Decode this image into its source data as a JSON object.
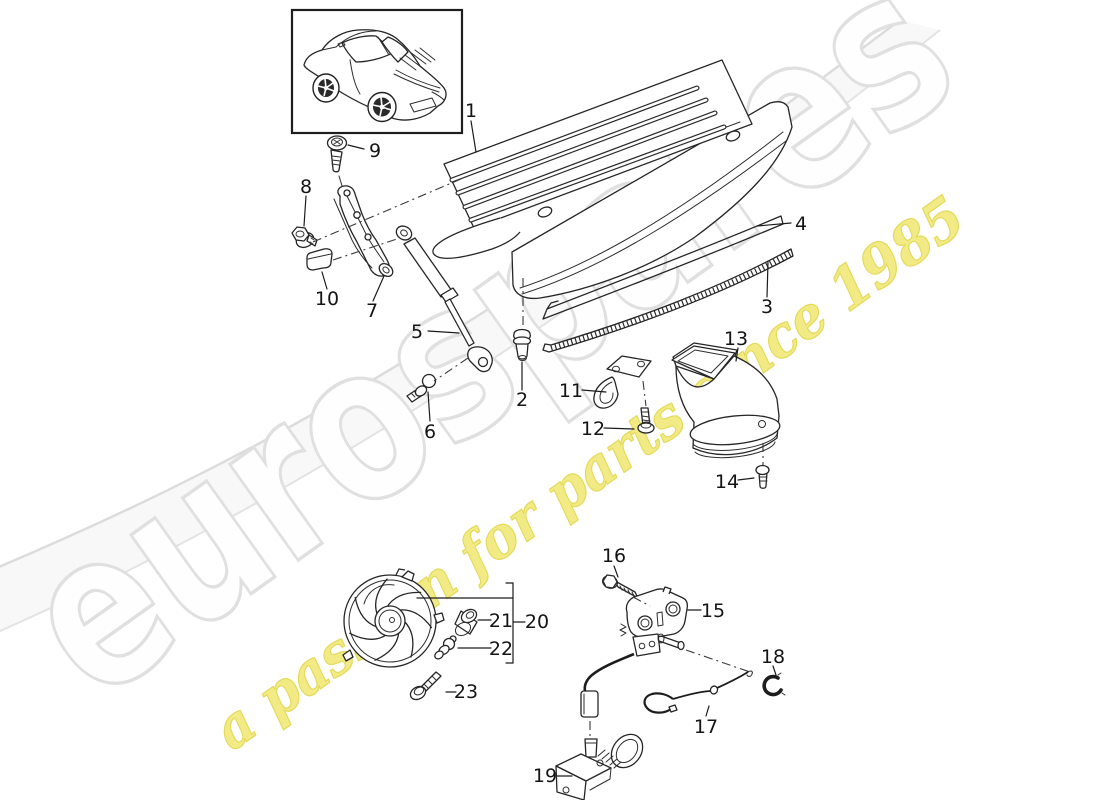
{
  "watermark": {
    "brand": "eurospares",
    "tagline": "a passion for parts since 1985",
    "brand_fill": "#fefefe",
    "brand_outline": "#e0e0e0",
    "tagline_fill": "#f2ea85",
    "tagline_outline": "#e4da5a"
  },
  "canvas": {
    "background": "#ffffff",
    "line_color": "#262626"
  },
  "icons": {
    "vehicle_thumbnail": "porsche-911-top-rear-illustration",
    "fan": "engine-cooling-fan-illustration"
  },
  "callouts": {
    "c1": "1",
    "c2": "2",
    "c3": "3",
    "c4": "4",
    "c5": "5",
    "c6": "6",
    "c7": "7",
    "c8": "8",
    "c9": "9",
    "c10": "10",
    "c11": "11",
    "c12": "12",
    "c13": "13",
    "c14": "14",
    "c15": "15",
    "c16": "16",
    "c17": "17",
    "c18": "18",
    "c19": "19",
    "c20": "20",
    "c21": "21",
    "c22": "22",
    "c23": "23"
  }
}
